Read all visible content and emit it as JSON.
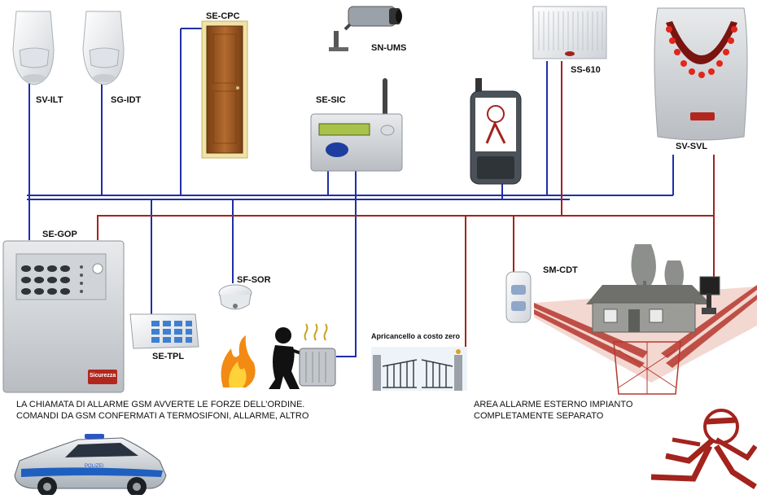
{
  "labels": {
    "sv_ilt": "SV-ILT",
    "sg_idt": "SG-IDT",
    "se_cpc": "SE-CPC",
    "sn_ums": "SN-UMS",
    "ss_610": "SS-610",
    "se_sic": "SE-SIC",
    "sv_svl": "SV-SVL",
    "se_gop": "SE-GOP",
    "sf_sor": "SF-SOR",
    "se_tpl": "SE-TPL",
    "sm_cdt": "SM-CDT",
    "apricancello": "Apricancello a costo zero",
    "panel_badge": "Sicurezza",
    "police_text": "POLIZEI"
  },
  "captions": {
    "left_line1": "LA CHIAMATA DI ALLARME GSM AVVERTE LE FORZE DELL’ORDINE.",
    "left_line2": "COMANDI DA GSM CONFERMATI A TERMOSIFONI, ALLARME, ALTRO",
    "right_line1": "AREA ALLARME ESTERNO IMPIANTO",
    "right_line2": "COMPLETAMENTE SEPARATO"
  },
  "colors": {
    "bus_blue": "#1f2fa6",
    "bus_red": "#a3231d",
    "siren_red": "#e1261c",
    "door_wood": "#a8622a"
  }
}
